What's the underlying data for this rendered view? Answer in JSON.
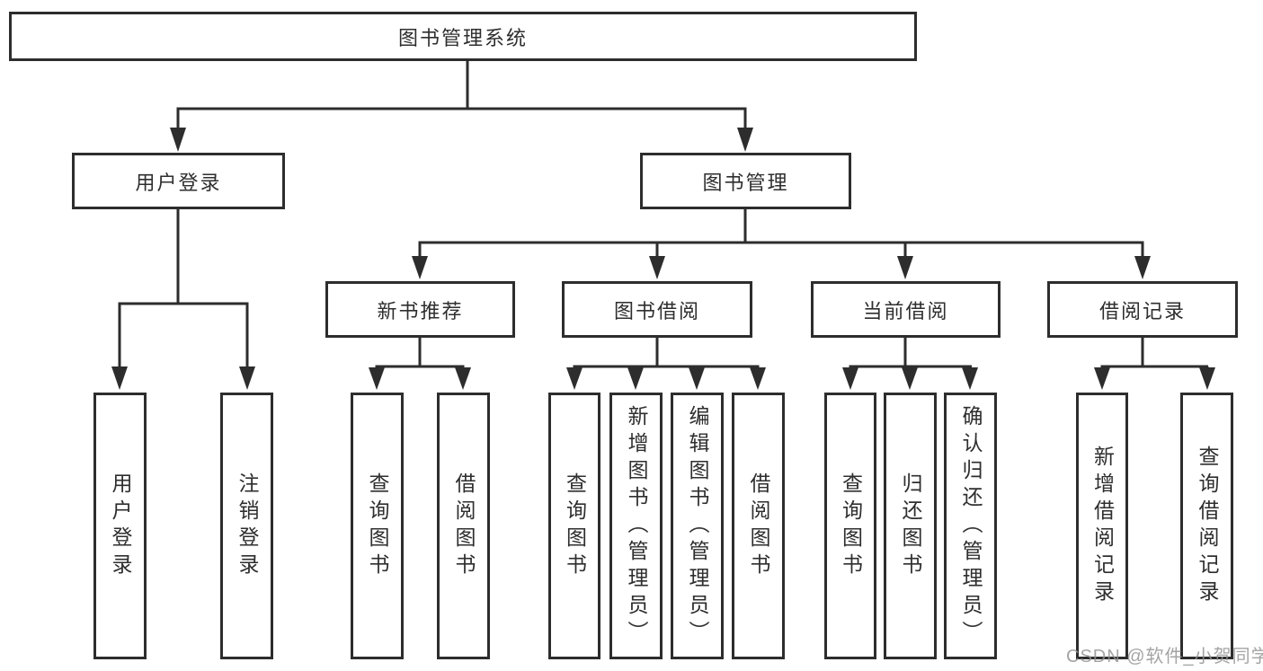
{
  "colors": {
    "line": "#2d2d2d",
    "box_border": "#2d2d2d",
    "text": "#2e2e2e",
    "background": "#ffffff",
    "watermark": "#949494"
  },
  "watermark": "CSDN @软件_小贺同学",
  "diagram": {
    "root": "图书管理系统",
    "branches": [
      {
        "label": "用户登录",
        "children": [
          {
            "label": "用户登录"
          },
          {
            "label": "注销登录"
          }
        ]
      },
      {
        "label": "图书管理",
        "children": [
          {
            "label": "新书推荐",
            "children": [
              {
                "label": "查询图书"
              },
              {
                "label": "借阅图书"
              }
            ]
          },
          {
            "label": "图书借阅",
            "children": [
              {
                "label": "查询图书"
              },
              {
                "label": "新增图书（管理员）"
              },
              {
                "label": "编辑图书（管理员）"
              },
              {
                "label": "借阅图书"
              }
            ]
          },
          {
            "label": "当前借阅",
            "children": [
              {
                "label": "查询图书"
              },
              {
                "label": "归还图书"
              },
              {
                "label": "确认归还（管理员）"
              }
            ]
          },
          {
            "label": "借阅记录",
            "children": [
              {
                "label": "新增借阅记录"
              },
              {
                "label": "查询借阅记录"
              }
            ]
          }
        ]
      }
    ]
  }
}
